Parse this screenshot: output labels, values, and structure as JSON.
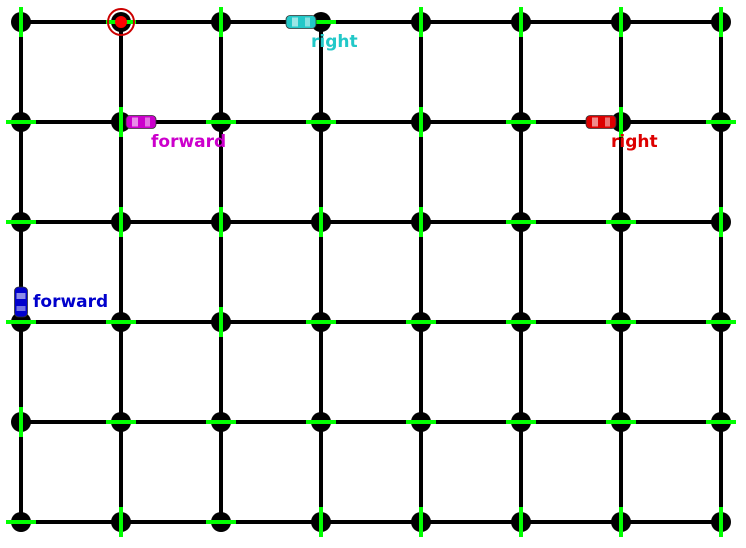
{
  "grid": {
    "columns": 8,
    "rows": 6,
    "road_color": "#000000",
    "signal_color": "#00ff00",
    "intersection_color": "#000000"
  },
  "goal": {
    "col": 1,
    "row": 0,
    "color": "#ff0000",
    "ring_color": "#cc0000"
  },
  "cars": [
    {
      "id": "cyan-car",
      "color": "#22c8c8",
      "action": "right",
      "col": 2.8,
      "row": 0,
      "heading": "east"
    },
    {
      "id": "magenta-car",
      "color": "#cc00cc",
      "action": "forward",
      "col": 1.2,
      "row": 1,
      "heading": "east"
    },
    {
      "id": "red-car",
      "color": "#dd0000",
      "action": "right",
      "col": 5.8,
      "row": 1,
      "heading": "west"
    },
    {
      "id": "blue-car",
      "color": "#0000cc",
      "action": "forward",
      "col": 0,
      "row": 2.8,
      "heading": "north"
    }
  ],
  "signals": [
    "ns",
    "ew",
    "ns",
    "ew",
    "ns",
    "ns",
    "ns",
    "ns",
    "ew",
    "ns",
    "ew",
    "ew",
    "ns",
    "ew",
    "ns",
    "ew",
    "ew",
    "ns",
    "ns",
    "ns",
    "ns",
    "ew",
    "ew",
    "ns",
    "ew",
    "ew",
    "ns",
    "ew",
    "ew",
    "ew",
    "ew",
    "ew",
    "ns",
    "ew",
    "ew",
    "ew",
    "ew",
    "ew",
    "ew",
    "ew",
    "ew",
    "ns",
    "ew",
    "ns",
    "ns",
    "ns",
    "ns",
    "ns"
  ]
}
